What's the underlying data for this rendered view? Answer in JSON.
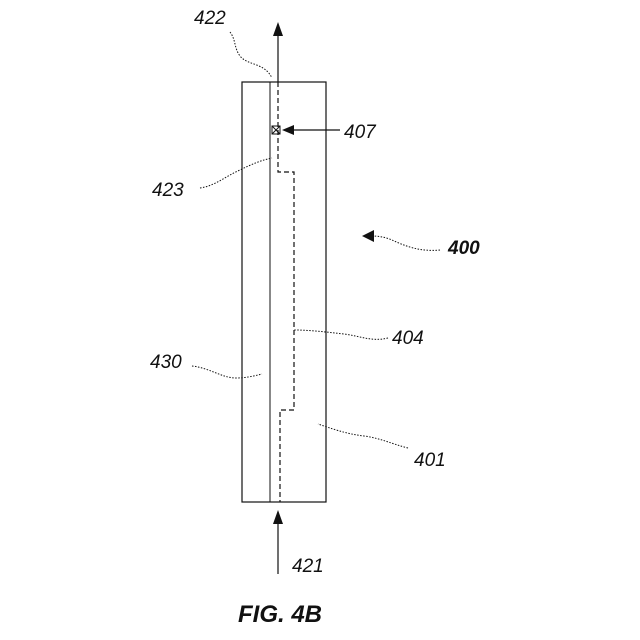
{
  "figure": {
    "caption": "FIG. 4B",
    "labels": {
      "l400": "400",
      "l401": "401",
      "l404": "404",
      "l407": "407",
      "l421": "421",
      "l422": "422",
      "l423": "423",
      "l430": "430"
    }
  }
}
